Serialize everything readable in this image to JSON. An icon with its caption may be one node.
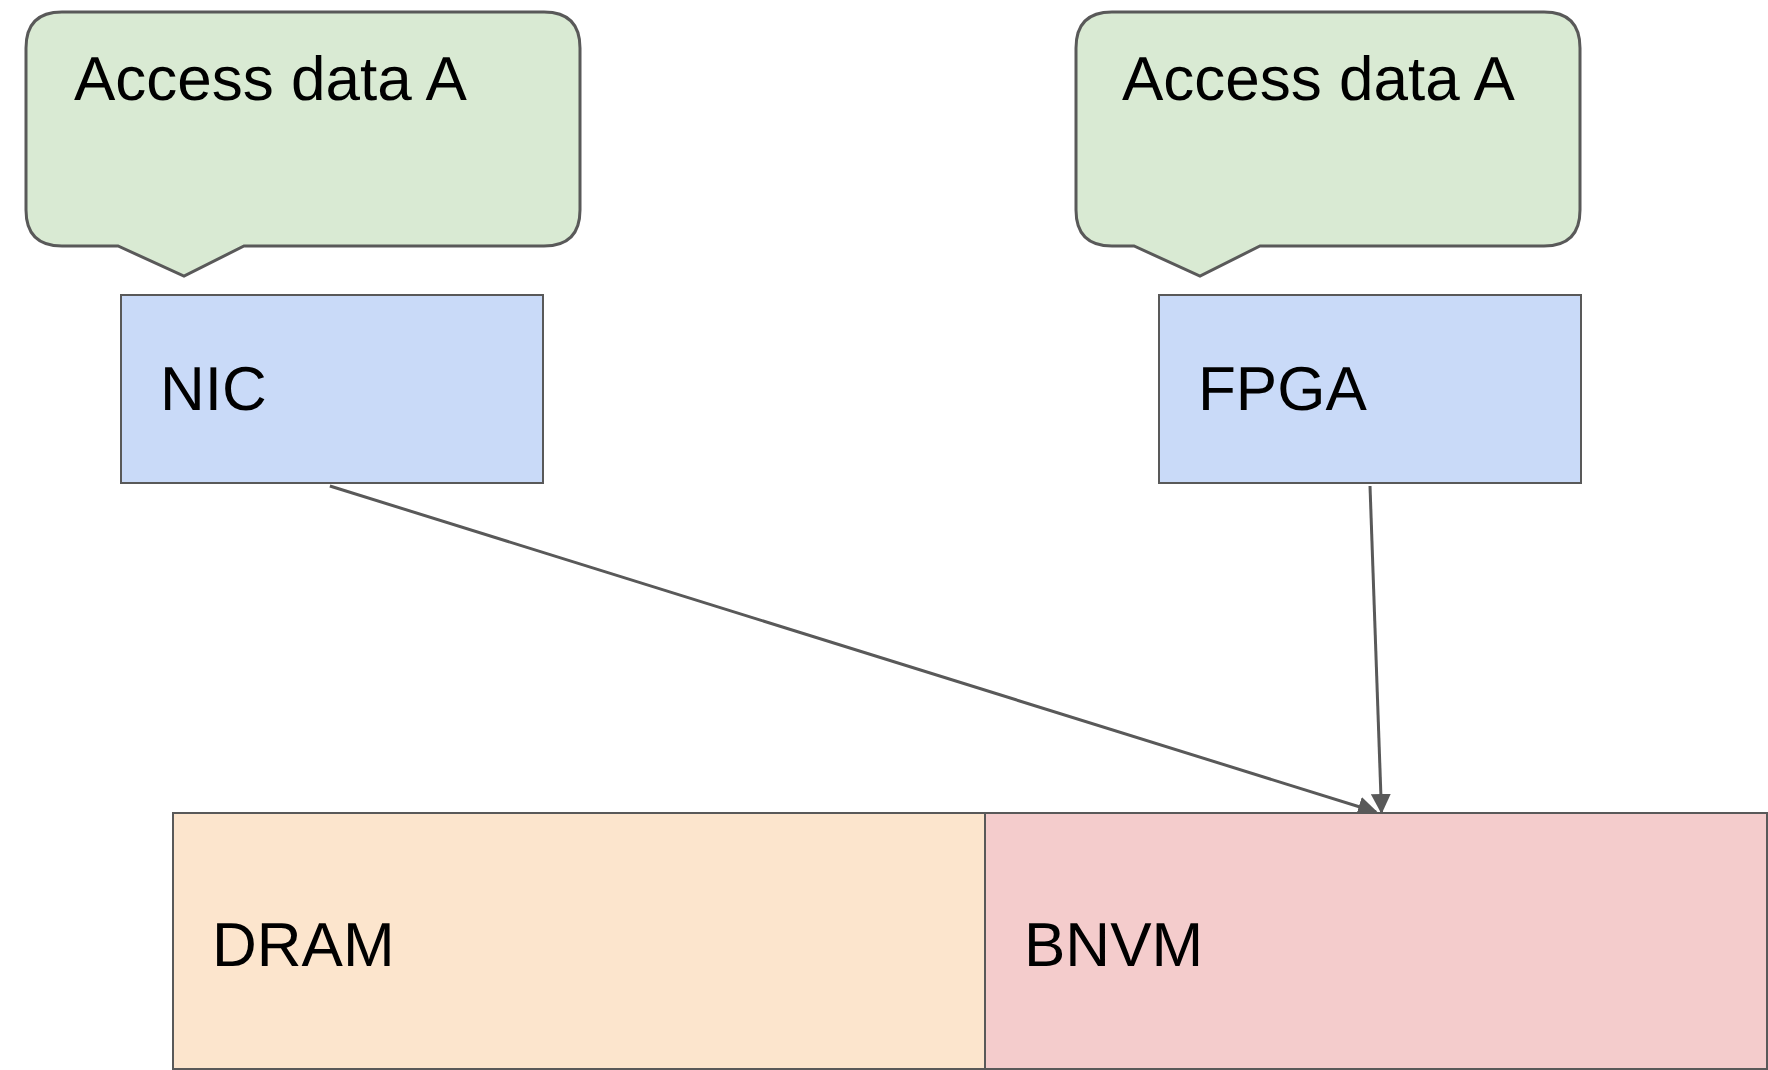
{
  "diagram": {
    "nodes": [
      {
        "text": [
          "Access data A"
        ]
      },
      {
        "text": [
          "NIC"
        ]
      },
      {
        "text": [
          "Access data A"
        ]
      },
      {
        "text": [
          "FPGA"
        ]
      },
      {
        "text": [
          "DRAM"
        ]
      },
      {
        "text": [
          "BNVM"
        ]
      }
    ],
    "edges": [
      {
        "from": 1,
        "to": 5,
        "arrow": "to"
      },
      {
        "from": 3,
        "to": 5,
        "arrow": "to"
      }
    ]
  }
}
